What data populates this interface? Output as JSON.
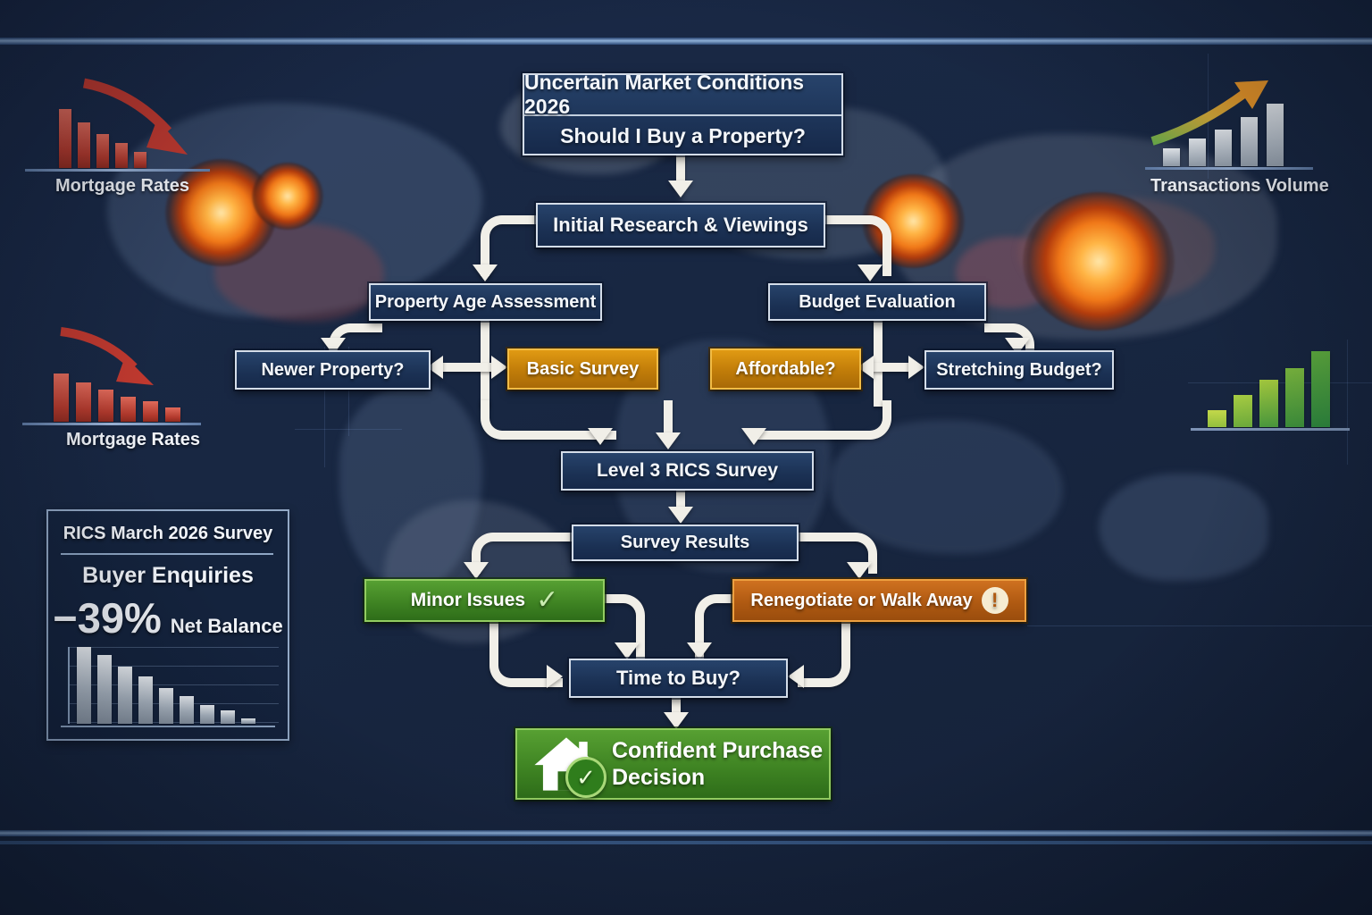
{
  "header": {
    "title": "Uncertain Market Conditions 2026",
    "question": "Should I Buy a Property?"
  },
  "flow": {
    "initial_research": "Initial Research & Viewings",
    "property_age": "Property Age Assessment",
    "budget_evaluation": "Budget Evaluation",
    "newer_property": "Newer Property?",
    "basic_survey": "Basic Survey",
    "affordable": "Affordable?",
    "stretching_budget": "Stretching Budget?",
    "level3_survey": "Level 3 RICS Survey",
    "survey_results": "Survey Results",
    "minor_issues": "Minor Issues",
    "minor_issues_icon": "✓",
    "renegotiate": "Renegotiate or Walk Away",
    "renegotiate_icon": "!",
    "time_to_buy": "Time to Buy?",
    "decision_line1": "Confident Purchase",
    "decision_line2": "Decision",
    "decision_check": "✓"
  },
  "charts": {
    "mortgage_top": {
      "label": "Mortgage Rates",
      "trend": "down",
      "values": [
        100,
        78,
        58,
        42,
        28
      ]
    },
    "mortgage_mid": {
      "label": "Mortgage Rates",
      "trend": "down",
      "values": [
        100,
        82,
        66,
        52,
        42,
        30
      ]
    },
    "transactions": {
      "label": "Transactions Volume",
      "trend": "up",
      "values": [
        28,
        44,
        58,
        78,
        100
      ]
    },
    "green_growth": {
      "trend": "up",
      "values": [
        22,
        42,
        62,
        78,
        100
      ]
    },
    "rics_panel": {
      "title": "RICS March 2026 Survey",
      "metric": "Buyer Enquiries",
      "value": "−39%",
      "suffix": "Net Balance",
      "values": [
        100,
        90,
        74,
        62,
        47,
        36,
        25,
        17,
        7
      ]
    }
  },
  "colors": {
    "box_navy": "#1b3154",
    "accent_orange": "#c07c09",
    "accent_burnt_orange": "#b05a12",
    "accent_green": "#3f8423",
    "accent_red": "#b2392c",
    "arrow_white": "#f1efe8",
    "frame_blue": "#8fb0d8"
  }
}
